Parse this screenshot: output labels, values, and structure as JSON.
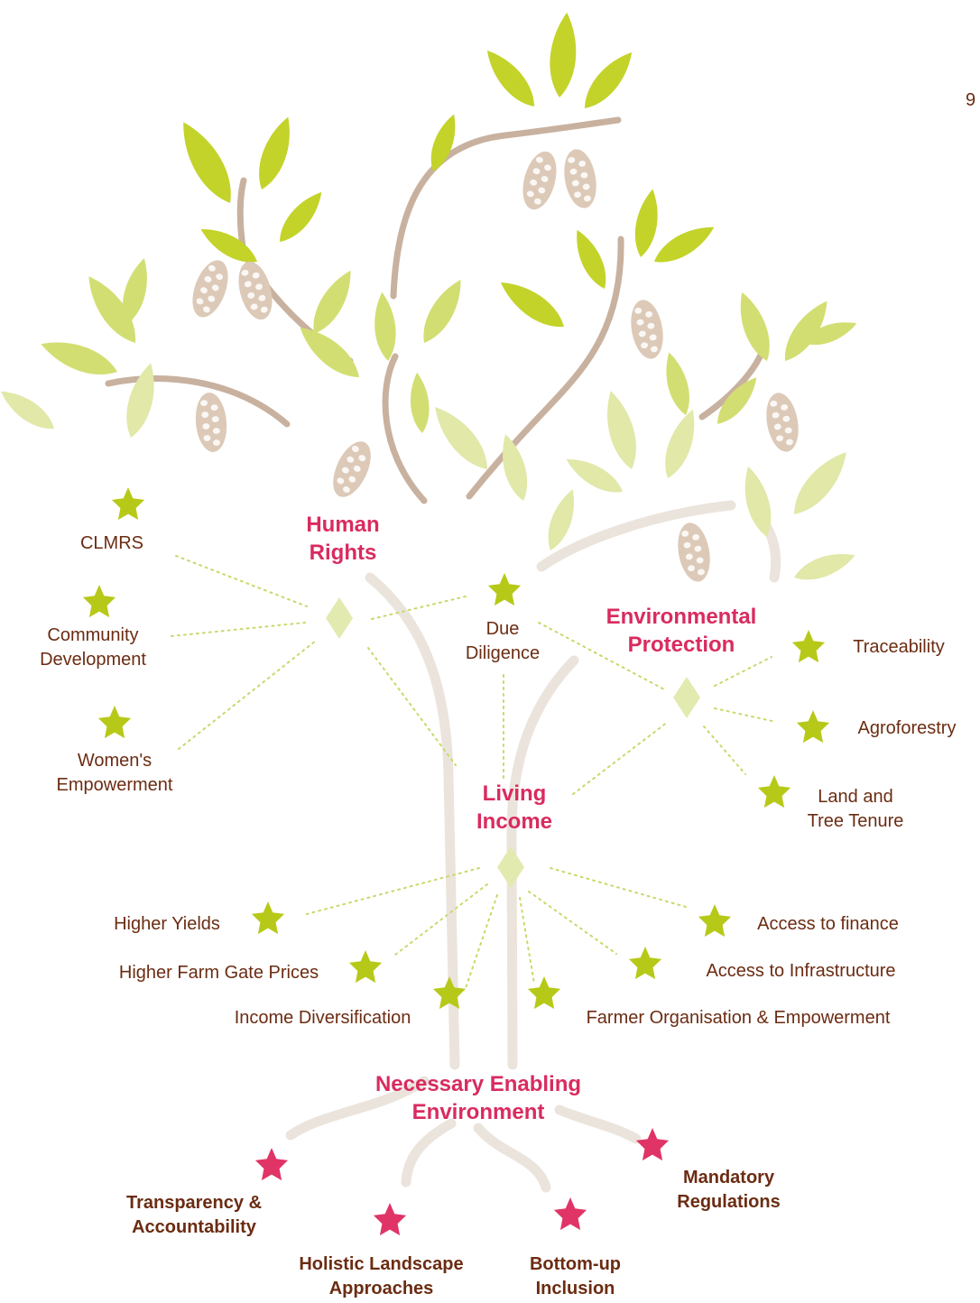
{
  "page_number": "9",
  "colors": {
    "leaf": "#c3d32a",
    "branch": "#c8b19f",
    "trunk": "#ebe4dc",
    "pod": "#dcc9b7",
    "accent_pink": "#d92b5f",
    "star_green": "#b7c918",
    "star_pink": "#e03466",
    "text_brown": "#6b2c12",
    "dotted_line": "#c9d86a",
    "diamond": "#e3eab0"
  },
  "hubs": {
    "human_rights": [
      "Human",
      "Rights"
    ],
    "environmental_protection": [
      "Environmental",
      "Protection"
    ],
    "living_income": [
      "Living",
      "Income"
    ],
    "enabling_environment": [
      "Necessary Enabling",
      "Environment"
    ]
  },
  "human_rights_items": {
    "clmrs": [
      "CLMRS"
    ],
    "community_development": [
      "Community",
      "Development"
    ],
    "womens_empowerment": [
      "Women's",
      "Empowerment"
    ]
  },
  "shared_items": {
    "due_diligence": [
      "Due",
      "Diligence"
    ]
  },
  "environmental_items": {
    "traceability": [
      "Traceability"
    ],
    "agroforestry": [
      "Agroforestry"
    ],
    "land_tree_tenure": [
      "Land and",
      "Tree Tenure"
    ]
  },
  "living_income_items": {
    "higher_yields": [
      "Higher Yields"
    ],
    "higher_farm_gate_prices": [
      "Higher Farm Gate Prices"
    ],
    "income_diversification": [
      "Income Diversification"
    ],
    "access_to_finance": [
      "Access to finance"
    ],
    "access_to_infrastructure": [
      "Access to Infrastructure"
    ],
    "farmer_organisation": [
      "Farmer Organisation & Empowerment"
    ]
  },
  "enabling_items": {
    "transparency": [
      "Transparency &",
      "Accountability"
    ],
    "holistic_landscape": [
      "Holistic Landscape",
      "Approaches"
    ],
    "bottom_up": [
      "Bottom-up",
      "Inclusion"
    ],
    "mandatory_regulations": [
      "Mandatory",
      "Regulations"
    ]
  }
}
